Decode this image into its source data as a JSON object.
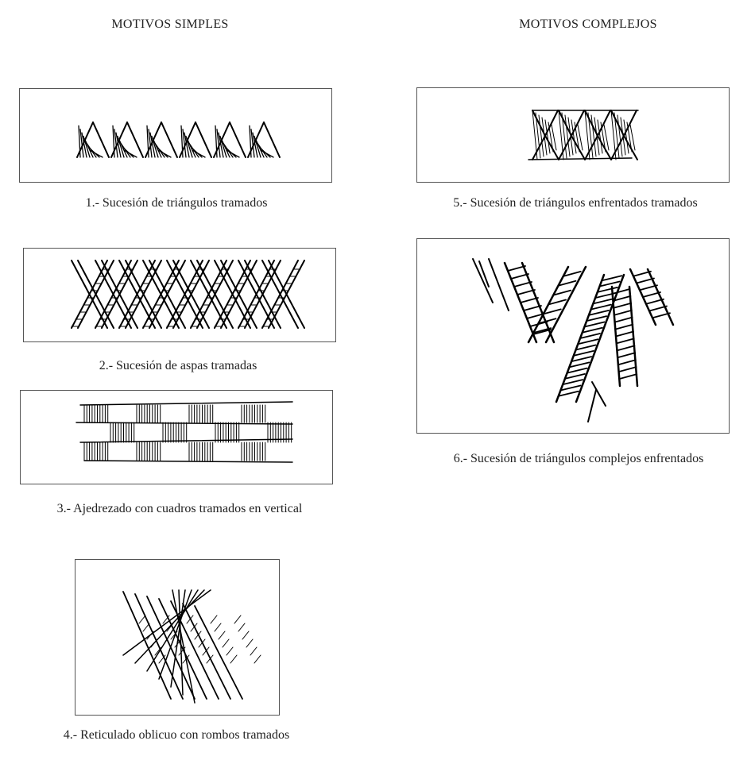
{
  "headers": {
    "simple": "MOTIVOS SIMPLES",
    "complex": "MOTIVOS COMPLEJOS"
  },
  "motifs": [
    {
      "caption": "1.- Sucesión de triángulos tramados"
    },
    {
      "caption": "2.- Sucesión de aspas tramadas"
    },
    {
      "caption": "3.- Ajedrezado con cuadros tramados en vertical"
    },
    {
      "caption": "4.- Reticulado oblicuo con rombos tramados"
    },
    {
      "caption": "5.- Sucesión de triángulos enfrentados tramados"
    },
    {
      "caption": "6.- Sucesión de triángulos complejos enfrentados"
    }
  ]
}
